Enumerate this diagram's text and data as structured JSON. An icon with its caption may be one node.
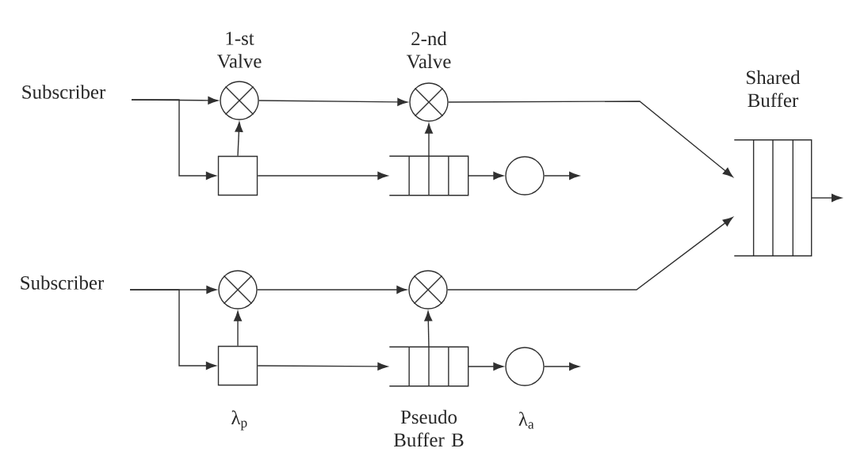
{
  "diagram": {
    "nodes": [
      {
        "text": [
          "Subscriber"
        ]
      },
      {
        "text": [],
        "shape": "circle",
        "beside": [
          "1-st Valve"
        ]
      },
      {
        "text": [],
        "shape": "circle",
        "beside": [
          "2-nd Valve"
        ]
      },
      {
        "text": [],
        "shape": "box"
      },
      {
        "text": [],
        "shape": "queue"
      },
      {
        "text": [],
        "shape": "circle"
      },
      {
        "text": [
          "Subscriber"
        ]
      },
      {
        "text": [],
        "shape": "circle"
      },
      {
        "text": [],
        "shape": "circle"
      },
      {
        "text": [],
        "shape": "box",
        "beside": [
          "λ$_{p}$"
        ]
      },
      {
        "text": [],
        "shape": "queue",
        "beside": [
          "Pseudo Buffer B"
        ]
      },
      {
        "text": [],
        "shape": "circle",
        "beside": [
          "λ$_{a}$"
        ]
      },
      {
        "text": [],
        "shape": "queue",
        "beside": [
          "Shared Buffer"
        ]
      }
    ],
    "edges": [
      {
        "from": 0,
        "to": 1,
        "arrow": "to"
      },
      {
        "from": 0,
        "to": 3,
        "arrow": "to"
      },
      {
        "from": 3,
        "to": 1,
        "arrow": "to"
      },
      {
        "from": 1,
        "to": 2,
        "arrow": "to"
      },
      {
        "from": 3,
        "to": 4,
        "arrow": "to"
      },
      {
        "from": 4,
        "to": 2,
        "arrow": "to"
      },
      {
        "from": 4,
        "to": 5,
        "arrow": "to"
      },
      {
        "from": 5,
        "to": null,
        "arrow": "to"
      },
      {
        "from": 2,
        "to": 12,
        "arrow": "to"
      },
      {
        "from": 6,
        "to": 7,
        "arrow": "to"
      },
      {
        "from": 6,
        "to": 9,
        "arrow": "to"
      },
      {
        "from": 9,
        "to": 7,
        "arrow": "to"
      },
      {
        "from": 7,
        "to": 8,
        "arrow": "to"
      },
      {
        "from": 9,
        "to": 10,
        "arrow": "to"
      },
      {
        "from": 10,
        "to": 8,
        "arrow": "to"
      },
      {
        "from": 10,
        "to": 11,
        "arrow": "to"
      },
      {
        "from": 11,
        "to": null,
        "arrow": "to"
      },
      {
        "from": 8,
        "to": 12,
        "arrow": "to"
      },
      {
        "from": 12,
        "to": null,
        "arrow": "to"
      }
    ]
  }
}
